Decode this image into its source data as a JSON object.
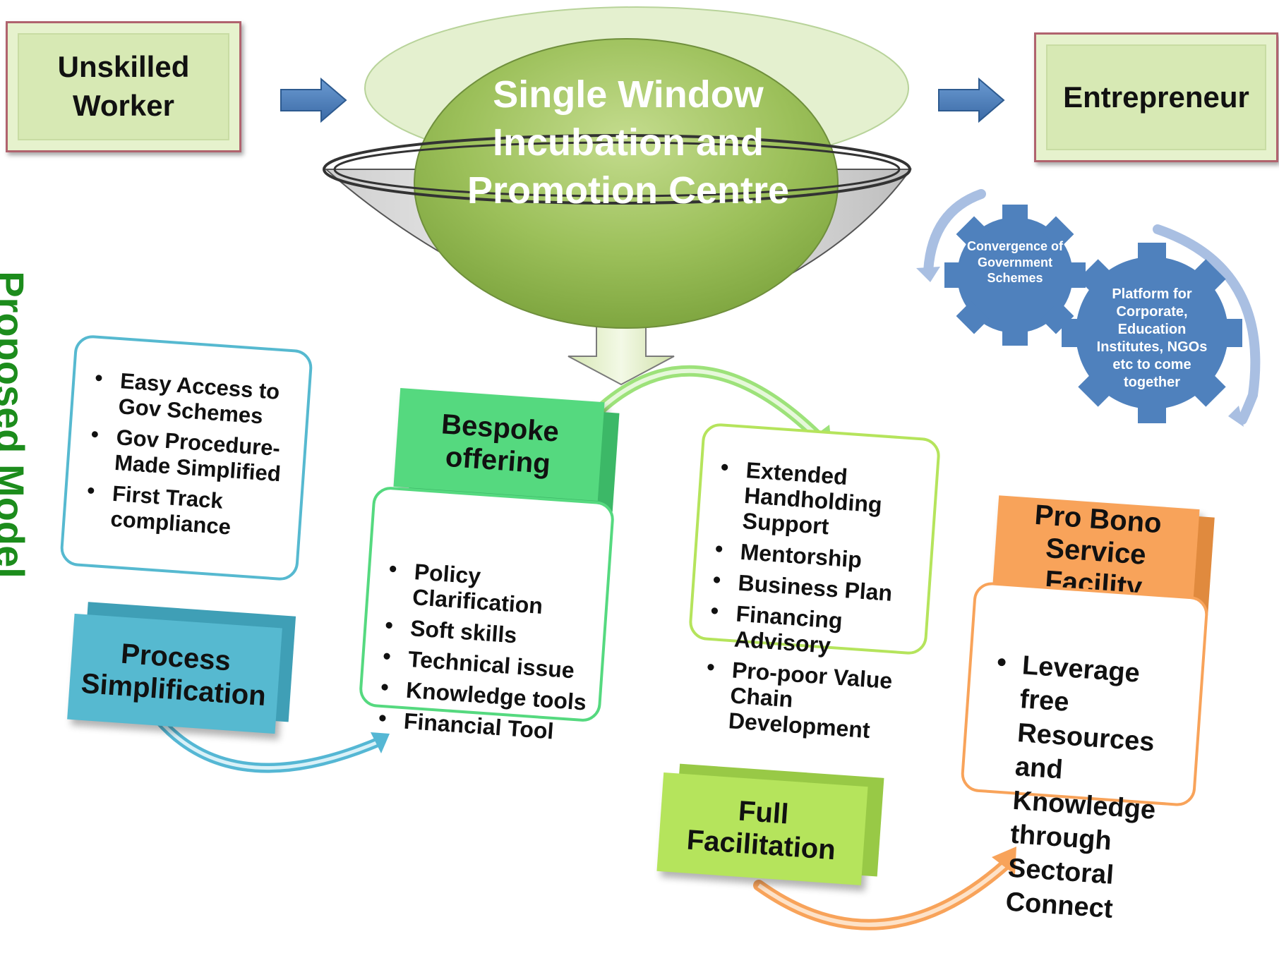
{
  "side_title": "Proposed Model",
  "header": {
    "left_box": "Unskilled Worker",
    "center_title": "Single Window Incubation and Promotion Centre",
    "right_box": "Entrepreneur"
  },
  "gears": {
    "gear_small": "Convergence of Government Schemes",
    "gear_large": "Platform for Corporate, Education Institutes, NGOs etc to come together"
  },
  "stages": [
    {
      "label": "Process Simplification",
      "color": "#56b9d0",
      "items": [
        "Easy Access to Gov Schemes",
        "Gov Procedure- Made Simplified",
        "First Track compliance"
      ]
    },
    {
      "label": "Bespoke offering",
      "color": "#55d97f",
      "items": [
        "Policy Clarification",
        "Soft skills",
        "Technical issue",
        "Knowledge tools",
        "Financial Tool"
      ]
    },
    {
      "label": "Full Facilitation",
      "color": "#b5e45c",
      "items": [
        "Extended Handholding Support",
        "Mentorship",
        "Business Plan",
        "Financing Advisory",
        "Pro-poor  Value Chain Development"
      ]
    },
    {
      "label": "Pro Bono Service Facility",
      "color": "#f8a35a",
      "items": [
        "Leverage free Resources and Knowledge through Sectoral Connect"
      ]
    }
  ],
  "colors": {
    "title_green": "#1c8c1c",
    "arrow_blue": "#4f81bd",
    "gear_blue": "#4f81bd",
    "box_fill": "#d7e9b4",
    "box_border": "#b0636e"
  }
}
